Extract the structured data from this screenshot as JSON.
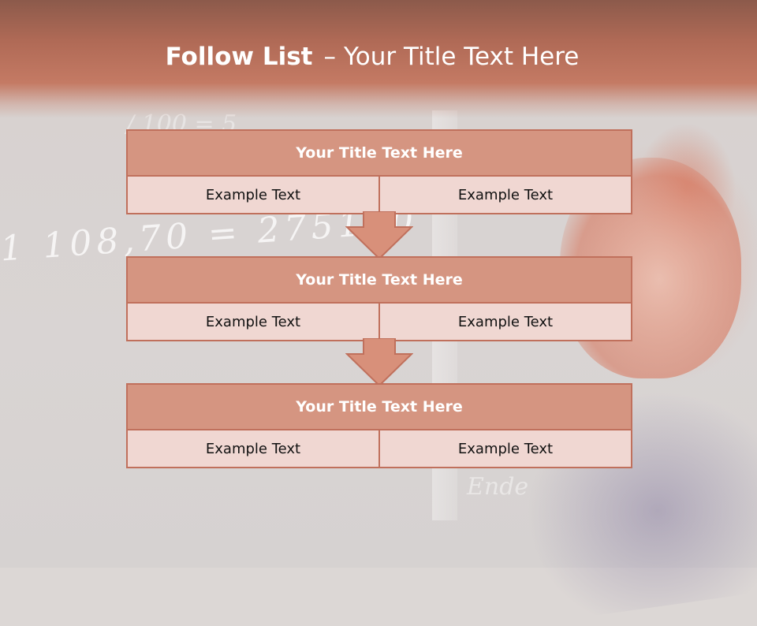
{
  "slide": {
    "title_bold": "Follow List",
    "title_dash": "–",
    "title_rest": "Your Title Text Here",
    "background": {
      "chalk_main": "1 108,70 = 275130",
      "chalk_top": "/ 100 = 5",
      "chalk_bottom": "Ende"
    }
  },
  "blocks": [
    {
      "title": "Your Title Text Here",
      "left": "Example Text",
      "right": "Example Text"
    },
    {
      "title": "Your Title Text Here",
      "left": "Example Text",
      "right": "Example Text"
    },
    {
      "title": "Your Title Text Here",
      "left": "Example Text",
      "right": "Example Text"
    }
  ],
  "colors": {
    "header": "#c47a64",
    "box_title": "#d59581",
    "box_cell": "#f0d7d2",
    "border": "#c0705c",
    "arrow": "#d8907a"
  }
}
